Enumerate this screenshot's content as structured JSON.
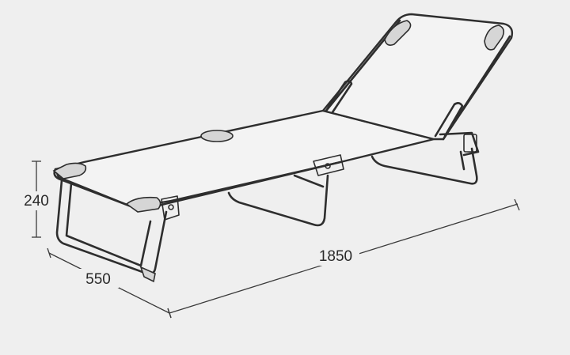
{
  "dimensions": {
    "height": "240",
    "width": "550",
    "length": "1850"
  },
  "colors": {
    "background": "#efefef",
    "line": "#2e2e2e"
  }
}
